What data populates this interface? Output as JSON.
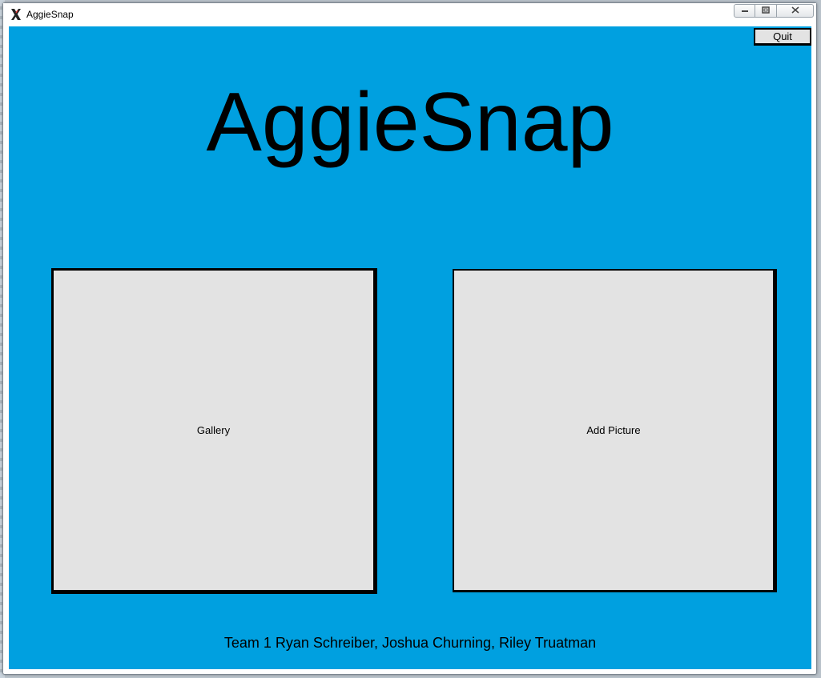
{
  "window": {
    "title": "AggieSnap",
    "controls": {
      "minimize_icon": "minimize-icon",
      "maximize_icon": "maximize-icon",
      "close_icon": "close-icon"
    },
    "client_background": "#00a0e0"
  },
  "toolbar": {
    "quit_label": "Quit"
  },
  "main": {
    "title": "AggieSnap",
    "gallery_label": "Gallery",
    "add_picture_label": "Add Picture",
    "button_background": "#e3e3e3"
  },
  "footer": {
    "credits": "Team 1 Ryan Schreiber, Joshua Churning, Riley Truatman"
  }
}
